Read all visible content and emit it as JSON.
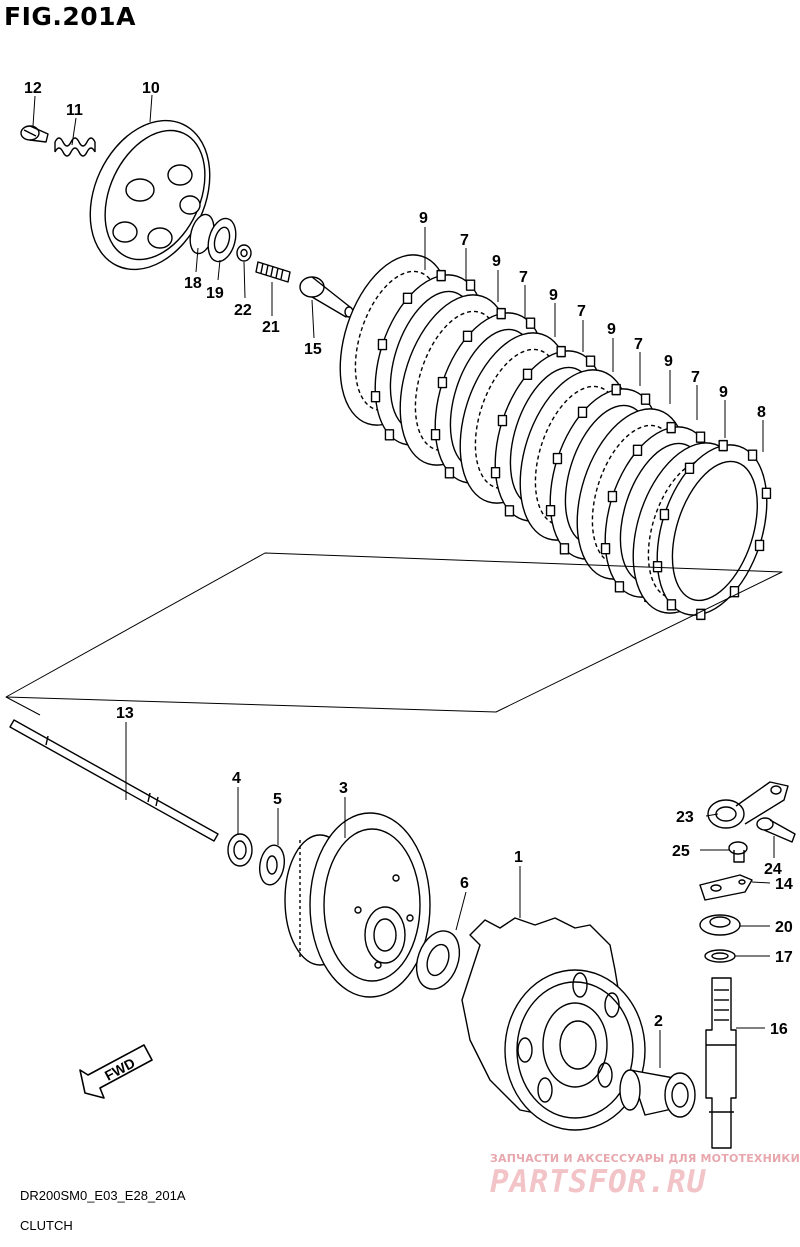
{
  "figure": {
    "title": "FIG.201A",
    "code": "DR200SM0_E03_E28_201A",
    "caption": "CLUTCH"
  },
  "callouts": [
    {
      "id": "1",
      "label": "1",
      "part": "primary-driven-gear-assy"
    },
    {
      "id": "2",
      "label": "2",
      "part": "spacer"
    },
    {
      "id": "3",
      "label": "3",
      "part": "clutch-sleeve-hub"
    },
    {
      "id": "4",
      "label": "4",
      "part": "nut"
    },
    {
      "id": "5",
      "label": "5",
      "part": "washer"
    },
    {
      "id": "6",
      "label": "6",
      "part": "thrust-washer"
    },
    {
      "id": "7",
      "label": "7",
      "part": "drive-plate"
    },
    {
      "id": "8",
      "label": "8",
      "part": "drive-plate-outer"
    },
    {
      "id": "9",
      "label": "9",
      "part": "driven-plate"
    },
    {
      "id": "10",
      "label": "10",
      "part": "pressure-plate"
    },
    {
      "id": "11",
      "label": "11",
      "part": "clutch-spring"
    },
    {
      "id": "12",
      "label": "12",
      "part": "bolt"
    },
    {
      "id": "13",
      "label": "13",
      "part": "push-rod"
    },
    {
      "id": "14",
      "label": "14",
      "part": "plate"
    },
    {
      "id": "15",
      "label": "15",
      "part": "push-piece"
    },
    {
      "id": "16",
      "label": "16",
      "part": "release-camshaft"
    },
    {
      "id": "17",
      "label": "17",
      "part": "o-ring"
    },
    {
      "id": "18",
      "label": "18",
      "part": "washer"
    },
    {
      "id": "19",
      "label": "19",
      "part": "bearing"
    },
    {
      "id": "20",
      "label": "20",
      "part": "oil-seal"
    },
    {
      "id": "21",
      "label": "21",
      "part": "adjusting-screw"
    },
    {
      "id": "22",
      "label": "22",
      "part": "nut"
    },
    {
      "id": "23",
      "label": "23",
      "part": "release-arm"
    },
    {
      "id": "24",
      "label": "24",
      "part": "bolt"
    },
    {
      "id": "25",
      "label": "25",
      "part": "screw"
    }
  ],
  "direction_arrow": {
    "label": "FWD"
  },
  "watermark": {
    "tagline": "ЗАПЧАСТИ И АКСЕССУАРЫ ДЛЯ МОТОТЕХНИКИ",
    "logo": "PARTSFOR.RU"
  },
  "colors": {
    "ink": "#000000",
    "paper": "#ffffff",
    "watermark": "#e8a9ae"
  }
}
